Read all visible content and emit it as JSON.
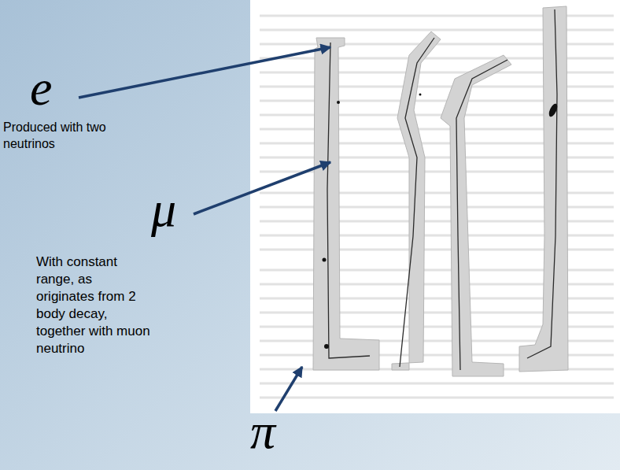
{
  "diagram": {
    "labels": [
      "e",
      "Produced with two neutrinos",
      "μ",
      "With constant range, as originates from 2 body decay, together with muon neutrino",
      "π"
    ]
  }
}
